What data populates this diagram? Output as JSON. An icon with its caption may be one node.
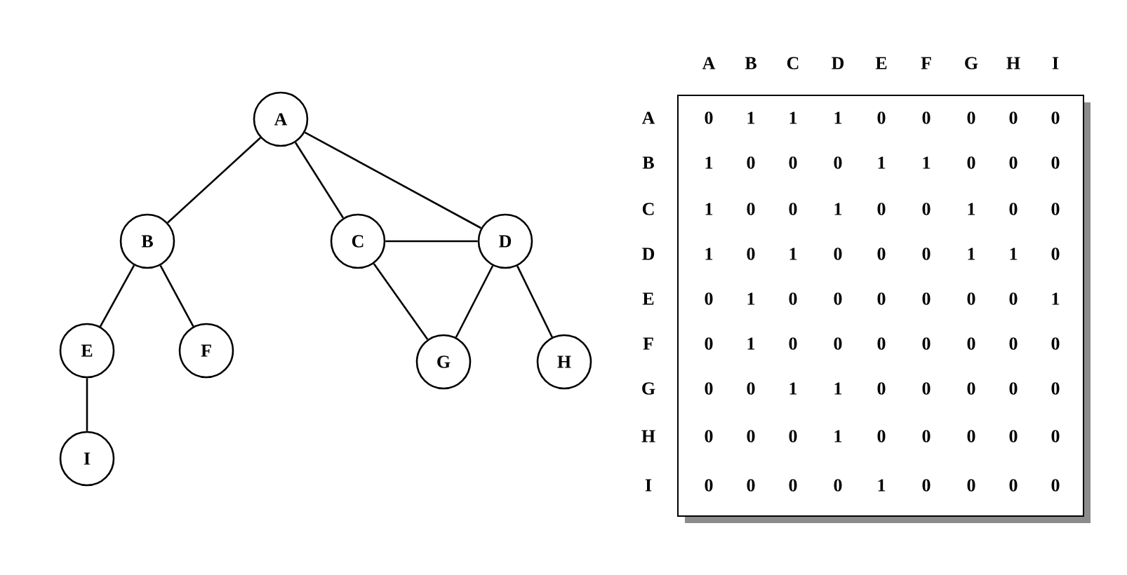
{
  "diagram": {
    "nodes": [
      {
        "text": [
          "A"
        ]
      },
      {
        "text": [
          "B"
        ]
      },
      {
        "text": [
          "C"
        ]
      },
      {
        "text": [
          "D"
        ]
      },
      {
        "text": [
          "E"
        ]
      },
      {
        "text": [
          "F"
        ]
      },
      {
        "text": [
          "G"
        ]
      },
      {
        "text": [
          "H"
        ]
      },
      {
        "text": [
          "I"
        ]
      }
    ],
    "edges": [
      {
        "from": 0,
        "to": 1,
        "arrow": "none"
      },
      {
        "from": 0,
        "to": 2,
        "arrow": "none"
      },
      {
        "from": 0,
        "to": 3,
        "arrow": "none"
      },
      {
        "from": 2,
        "to": 3,
        "arrow": "none"
      },
      {
        "from": 1,
        "to": 4,
        "arrow": "none"
      },
      {
        "from": 1,
        "to": 5,
        "arrow": "none"
      },
      {
        "from": 2,
        "to": 6,
        "arrow": "none"
      },
      {
        "from": 3,
        "to": 6,
        "arrow": "none"
      },
      {
        "from": 3,
        "to": 7,
        "arrow": "none"
      },
      {
        "from": 4,
        "to": 8,
        "arrow": "none"
      }
    ],
    "labels": [
      "A",
      "B",
      "C",
      "D",
      "E",
      "F",
      "G",
      "H",
      "I",
      "A",
      "0",
      "1",
      "1",
      "1",
      "0",
      "0",
      "0",
      "0",
      "0",
      "B",
      "1",
      "0",
      "0",
      "0",
      "1",
      "1",
      "0",
      "0",
      "0",
      "C",
      "1",
      "0",
      "0",
      "1",
      "0",
      "0",
      "1",
      "0",
      "0",
      "D",
      "1",
      "0",
      "1",
      "0",
      "0",
      "0",
      "1",
      "1",
      "0",
      "E",
      "0",
      "1",
      "0",
      "0",
      "0",
      "0",
      "0",
      "0",
      "1",
      "F",
      "0",
      "1",
      "0",
      "0",
      "0",
      "0",
      "0",
      "0",
      "0",
      "G",
      "0",
      "0",
      "1",
      "1",
      "0",
      "0",
      "0",
      "0",
      "0",
      "H",
      "0",
      "0",
      "0",
      "1",
      "0",
      "0",
      "0",
      "0",
      "0",
      "I",
      "0",
      "0",
      "0",
      "0",
      "1",
      "0",
      "0",
      "0",
      "0"
    ]
  }
}
